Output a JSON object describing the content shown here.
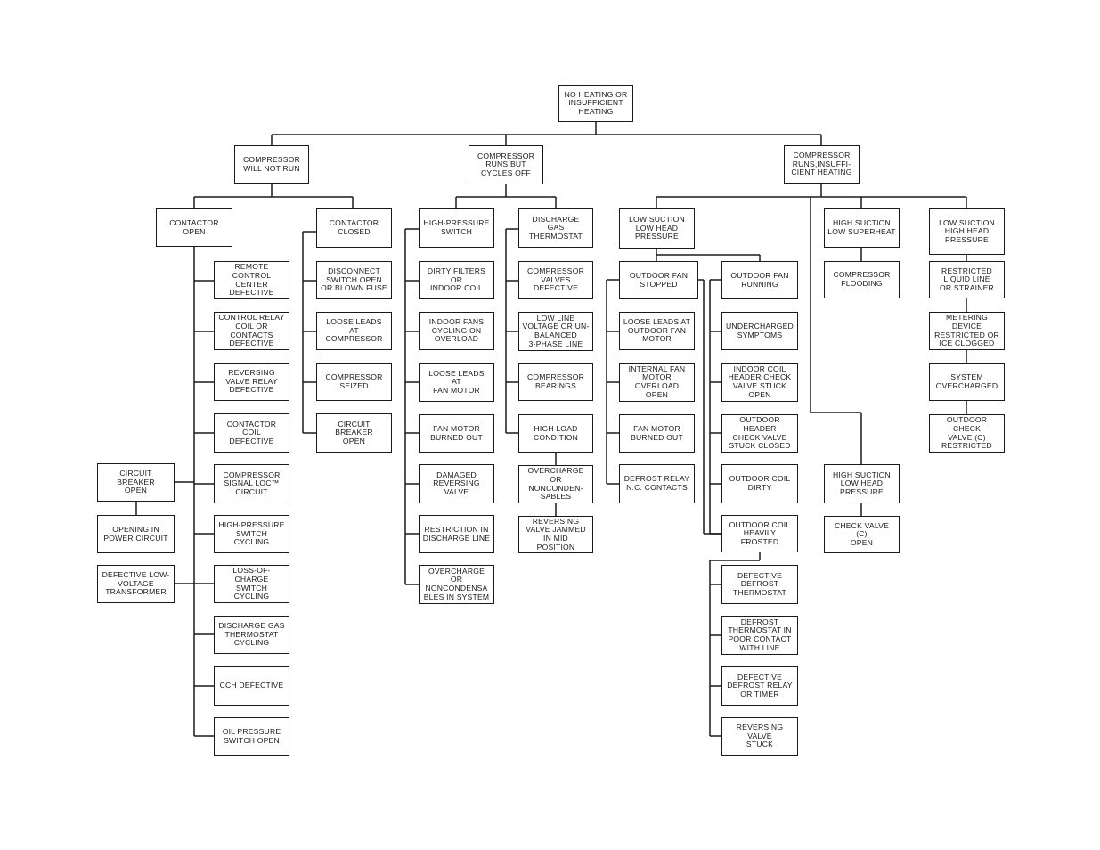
{
  "nodes": {
    "root": "NO HEATING OR\nINSUFFICIENT\nHEATING",
    "c1": "COMPRESSOR\nWILL NOT RUN",
    "c2": "COMPRESSOR\nRUNS BUT\nCYCLES OFF",
    "c3": "COMPRESSOR\nRUNS,INSUFFI-\nCIENT HEATING",
    "contactor_open": "CONTACTOR\nOPEN",
    "contactor_closed": "CONTACTOR\nCLOSED",
    "hps": "HIGH-PRESSURE\nSWITCH",
    "dgt": "DISCHARGE\nGAS\nTHERMOSTAT",
    "lslh": "LOW SUCTION\nLOW HEAD\nPRESSURE",
    "hsls": "HIGH SUCTION\nLOW SUPERHEAT",
    "lshh": "LOW SUCTION\nHIGH HEAD\nPRESSURE",
    "co_1": "REMOTE\nCONTROL CENTER\nDEFECTIVE",
    "co_2": "CONTROL RELAY\nCOIL OR CONTACTS\nDEFECTIVE",
    "co_3": "REVERSING\nVALVE RELAY\nDEFECTIVE",
    "co_4": "CONTACTOR\nCOIL\nDEFECTIVE",
    "co_5": "COMPRESSOR\nSIGNAL LOC™\nCIRCUIT",
    "co_6": "HIGH-PRESSURE\nSWITCH CYCLING",
    "co_7": "LOSS-OF-CHARGE\nSWITCH CYCLING",
    "co_8": "DISCHARGE GAS\nTHERMOSTAT\nCYCLING",
    "co_9": "CCH DEFECTIVE",
    "co_10": "OIL PRESSURE\nSWITCH OPEN",
    "cb_left": "CIRCUIT\nBREAKER\nOPEN",
    "opening": "OPENING IN\nPOWER CIRCUIT",
    "transformer": "DEFECTIVE LOW-\nVOLTAGE\nTRANSFORMER",
    "cc_1": "DISCONNECT\nSWITCH OPEN\nOR BLOWN FUSE",
    "cc_2": "LOOSE LEADS\nAT COMPRESSOR",
    "cc_3": "COMPRESSOR\nSEIZED",
    "cc_4": "CIRCUIT\nBREAKER\nOPEN",
    "hp_1": "DIRTY FILTERS\nOR\nINDOOR COIL",
    "hp_2": "INDOOR FANS\nCYCLING ON\nOVERLOAD",
    "hp_3": "LOOSE LEADS\nAT\nFAN MOTOR",
    "hp_4": "FAN MOTOR\nBURNED OUT",
    "hp_5": "DAMAGED\nREVERSING\nVALVE",
    "hp_6": "RESTRICTION IN\nDISCHARGE LINE",
    "hp_7": "OVERCHARGE OR\nNONCONDENSA\nBLES IN SYSTEM",
    "dg_1": "COMPRESSOR\nVALVES\nDEFECTIVE",
    "dg_2": "LOW LINE\nVOLTAGE OR UN-\nBALANCED\n3-PHASE LINE",
    "dg_3": "COMPRESSOR\nBEARINGS",
    "dg_4": "HIGH LOAD\nCONDITION",
    "dg_5": "OVERCHARGE OR\nNONCONDEN-\nSABLES",
    "dg_6": "REVERSING\nVALVE JAMMED\nIN MID\nPOSITION",
    "ofs": "OUTDOOR FAN\nSTOPPED",
    "ofr": "OUTDOOR FAN\nRUNNING",
    "ofs_1": "LOOSE LEADS AT\nOUTDOOR FAN\nMOTOR",
    "ofs_2": "INTERNAL FAN\nMOTOR\nOVERLOAD OPEN",
    "ofs_3": "FAN MOTOR\nBURNED OUT",
    "ofs_4": "DEFROST RELAY\nN.C. CONTACTS",
    "ofr_1": "UNDERCHARGED\nSYMPTOMS",
    "ofr_2": "INDOOR COIL\nHEADER CHECK\nVALVE STUCK\nOPEN",
    "ofr_3": "OUTDOOR HEADER\nCHECK VALVE\nSTUCK CLOSED",
    "ofr_4": "OUTDOOR COIL\nDIRTY",
    "ofr_5": "OUTDOOR COIL\nHEAVILY\nFROSTED",
    "fr_1": "DEFECTIVE\nDEFROST\nTHERMOSTAT",
    "fr_2": "DEFROST\nTHERMOSTAT IN\nPOOR CONTACT\nWITH LINE",
    "fr_3": "DEFECTIVE\nDEFROST RELAY\nOR TIMER",
    "fr_4": "REVERSING\nVALVE\nSTUCK",
    "flooding": "COMPRESSOR\nFLOODING",
    "hslh": "HIGH SUCTION\nLOW HEAD\nPRESSURE",
    "check_valve": "CHECK VALVE\n(C)\nOPEN",
    "ls_1": "RESTRICTED\nLIQUID LINE\nOR STRAINER",
    "ls_2": "METERING DEVICE\nRESTRICTED OR\nICE CLOGGED",
    "ls_3": "SYSTEM\nOVERCHARGED",
    "ls_4": "OUTDOOR CHECK\nVALVE (C)\nRESTRICTED"
  }
}
